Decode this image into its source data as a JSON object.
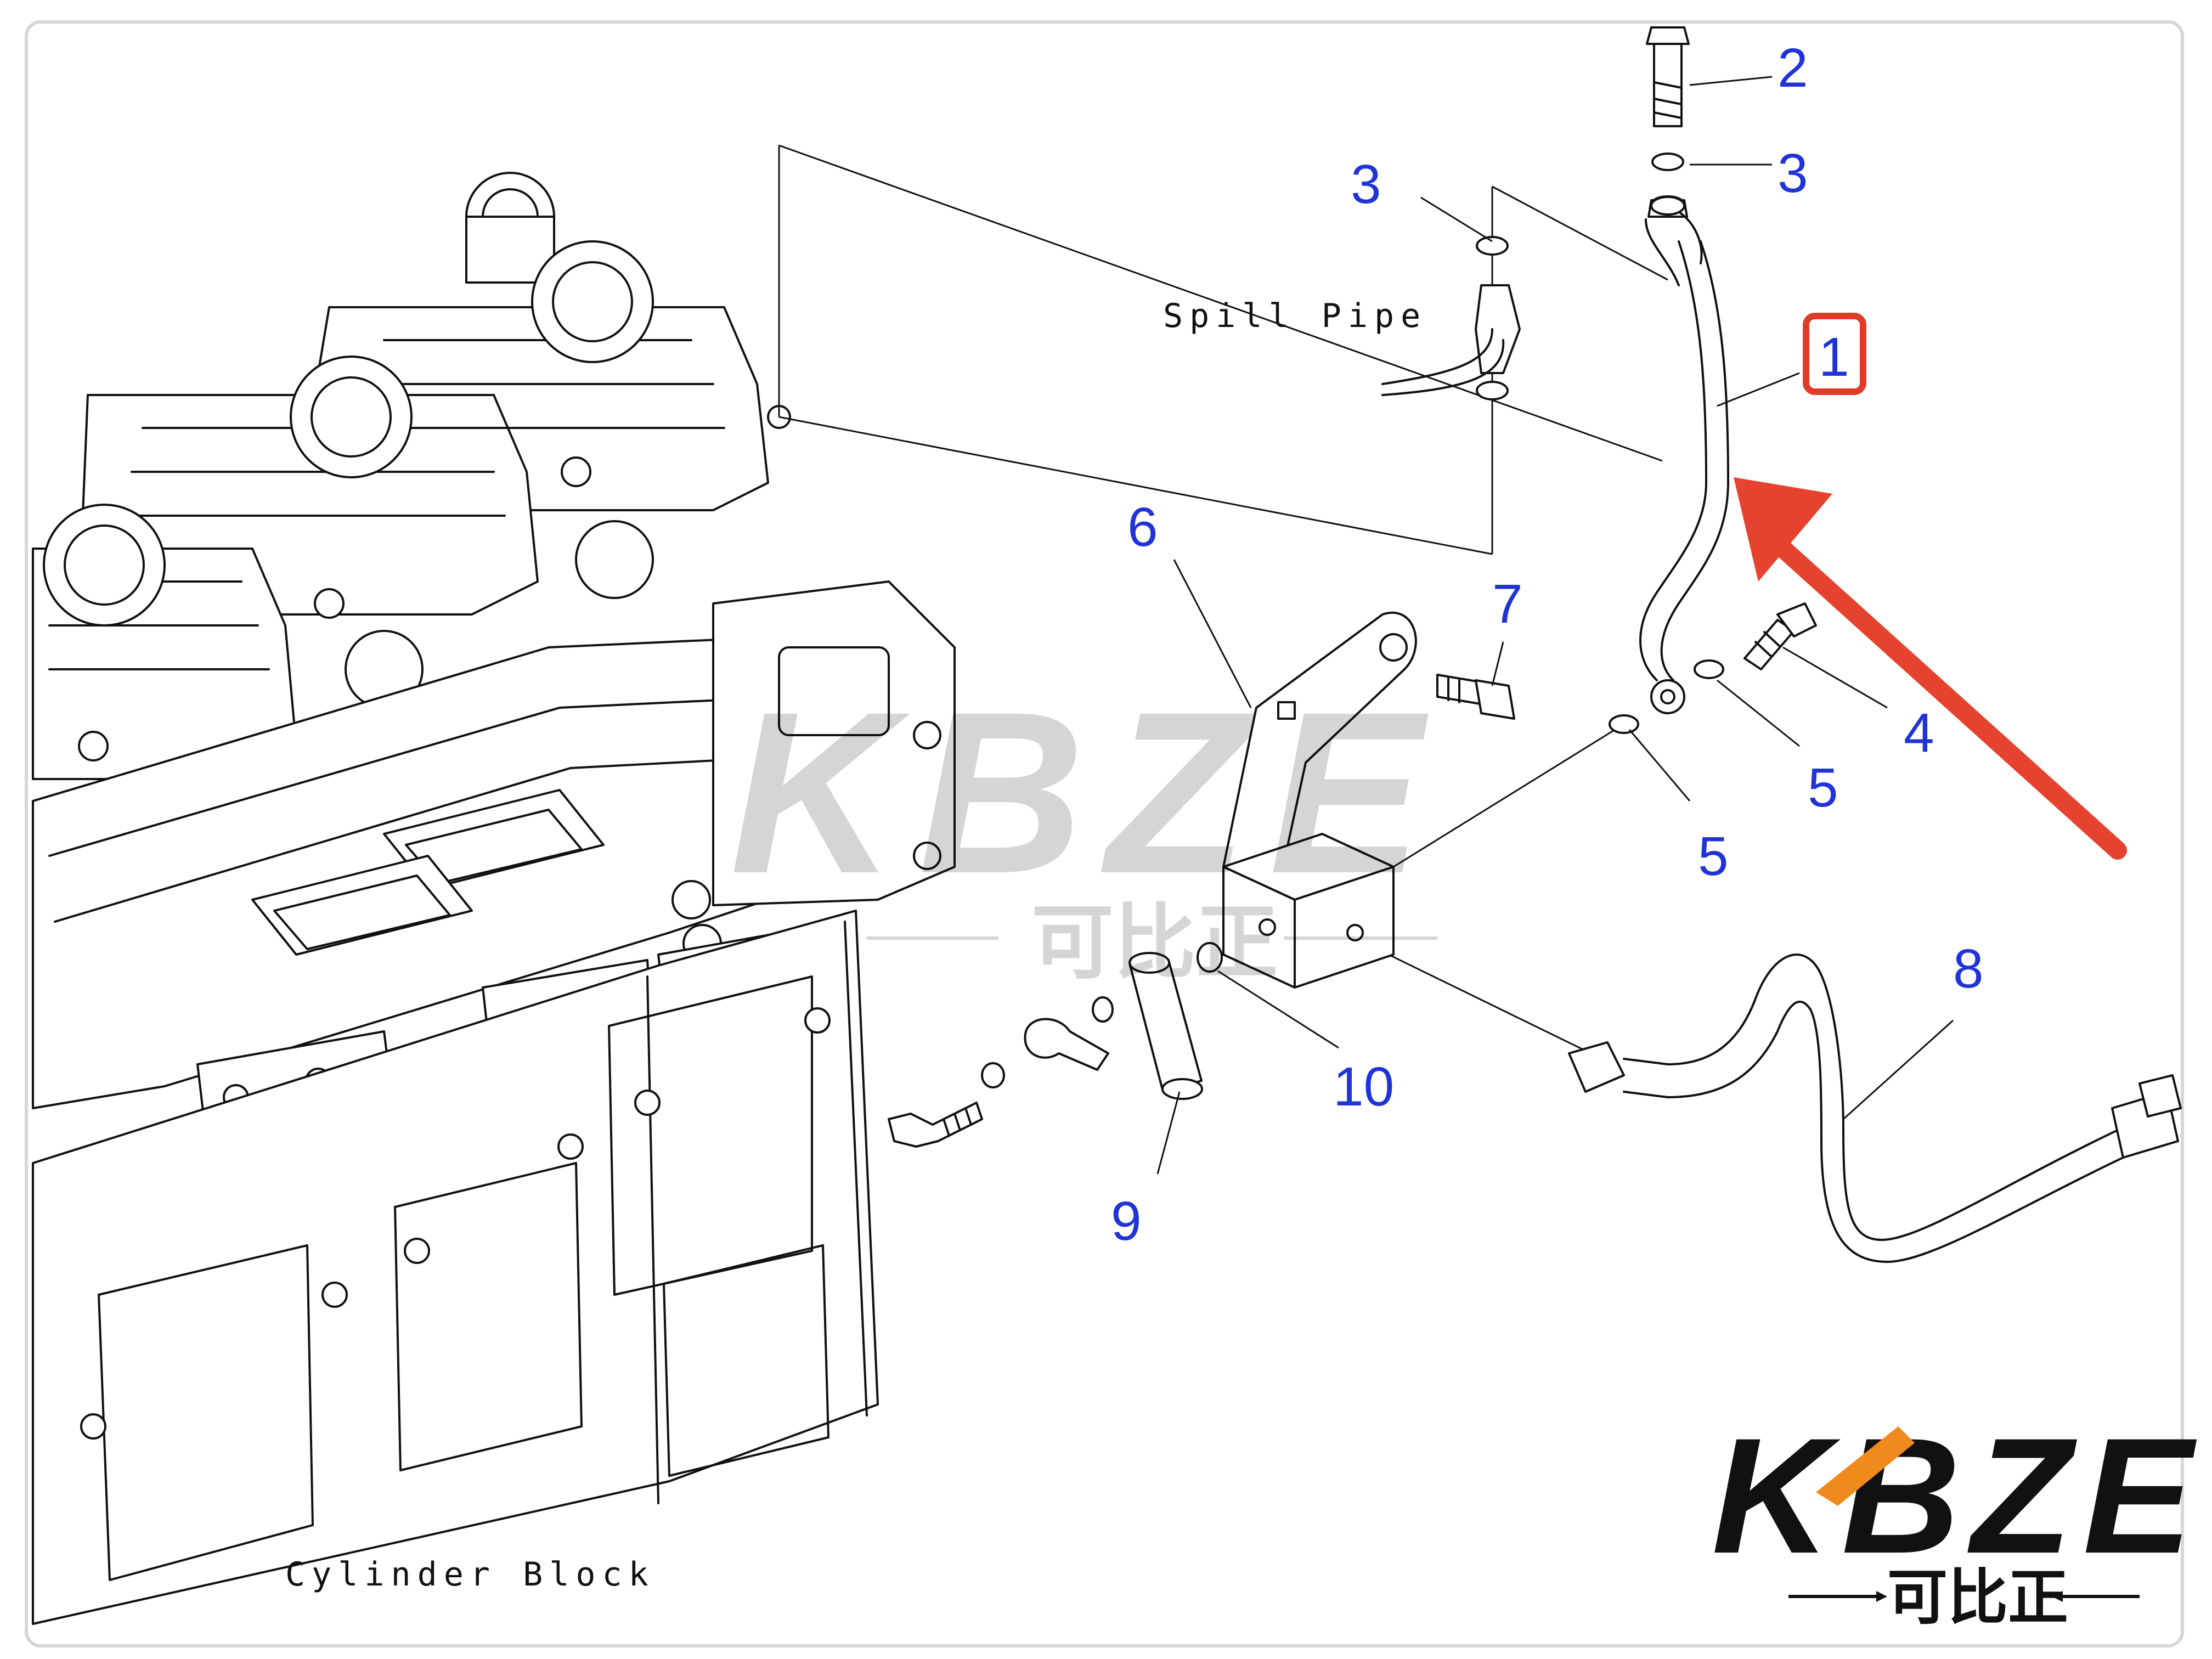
{
  "captions": {
    "spill_pipe": "Spill Pipe",
    "cylinder_block": "Cylinder Block"
  },
  "callouts": [
    "2",
    "3",
    "3",
    "1",
    "6",
    "7",
    "4",
    "5",
    "5",
    "8",
    "10",
    "9"
  ],
  "highlight": {
    "part": "1",
    "box_color": "#e03a28",
    "arrow_color": "#e5432f"
  },
  "callout_color": "#1f33d6",
  "watermark": {
    "brand": "KBZE",
    "chinese": "可比正"
  },
  "logo": {
    "brand": "KBZE",
    "chinese": "可比正",
    "accent_color": "#f08a1c"
  }
}
